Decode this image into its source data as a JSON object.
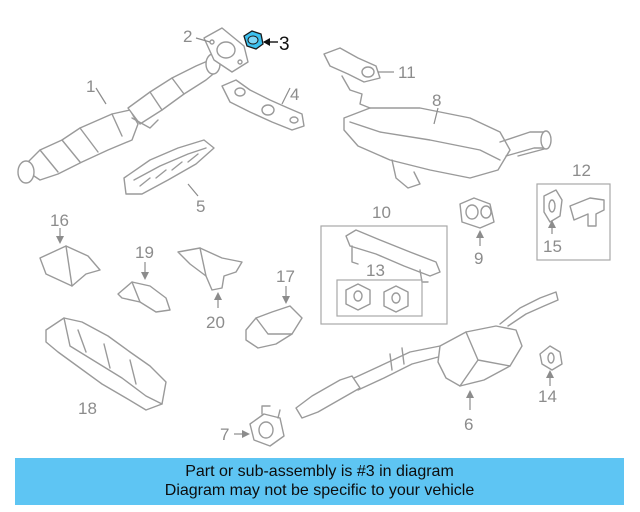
{
  "diagram": {
    "highlight_color": "#3cc0ee",
    "highlighted_part": "3",
    "callouts": {
      "c1": "1",
      "c2": "2",
      "c3": "3",
      "c4": "4",
      "c5": "5",
      "c6": "6",
      "c7": "7",
      "c8": "8",
      "c9": "9",
      "c10": "10",
      "c11": "11",
      "c12": "12",
      "c13": "13",
      "c14": "14",
      "c15": "15",
      "c16": "16",
      "c17": "17",
      "c18": "18",
      "c19": "19",
      "c20": "20"
    }
  },
  "banner": {
    "background": "#5ec5f3",
    "line1": "Part or sub-assembly is #3 in diagram",
    "line2": "Diagram may not be specific to your vehicle"
  }
}
